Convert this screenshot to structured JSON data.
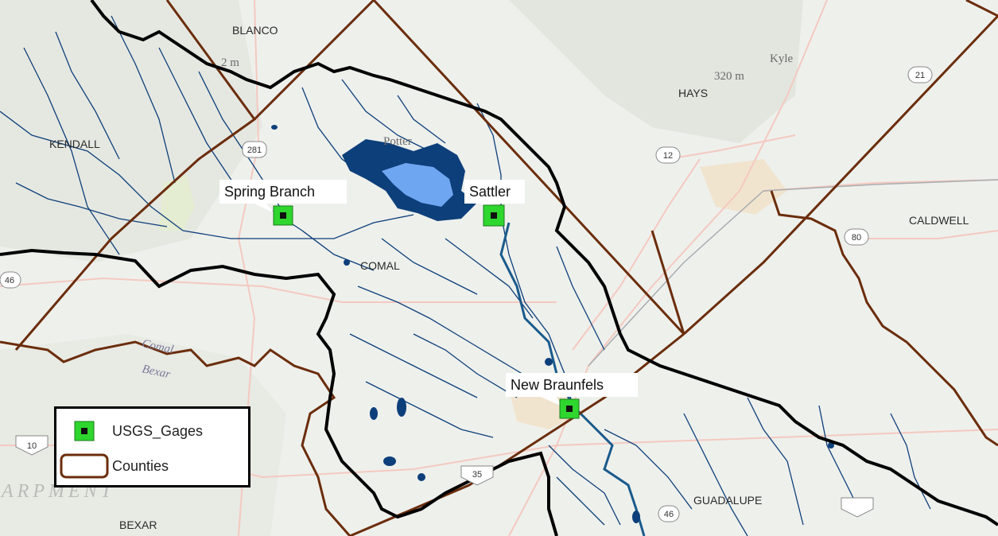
{
  "map": {
    "county_labels": [
      "BLANCO",
      "KENDALL",
      "HAYS",
      "CALDWELL",
      "COMAL",
      "GUADALUPE",
      "BEXAR"
    ],
    "place_labels": [
      "Kyle",
      "Potter"
    ],
    "elevation_labels": [
      "320 m",
      "2 m"
    ],
    "water_labels": [
      "Comal",
      "Bexar"
    ],
    "region_text": "ARPMENT",
    "highway_shields": [
      "281",
      "12",
      "80",
      "46",
      "10",
      "35",
      "46",
      "21"
    ],
    "gages": [
      {
        "label": "Spring Branch"
      },
      {
        "label": "Sattler"
      },
      {
        "label": "New Braunfels"
      }
    ],
    "colors": {
      "watershed_boundary": "#000000",
      "county_boundary": "#6b2d0c",
      "stream": "#0d3f7a",
      "reservoir": "#6fa6f2",
      "gage_fill": "#2ed62e",
      "gage_center": "#111111"
    }
  },
  "legend": {
    "items": [
      {
        "label": "USGS_Gages",
        "symbol": "gage-square"
      },
      {
        "label": "Counties",
        "symbol": "county-outline"
      }
    ]
  }
}
